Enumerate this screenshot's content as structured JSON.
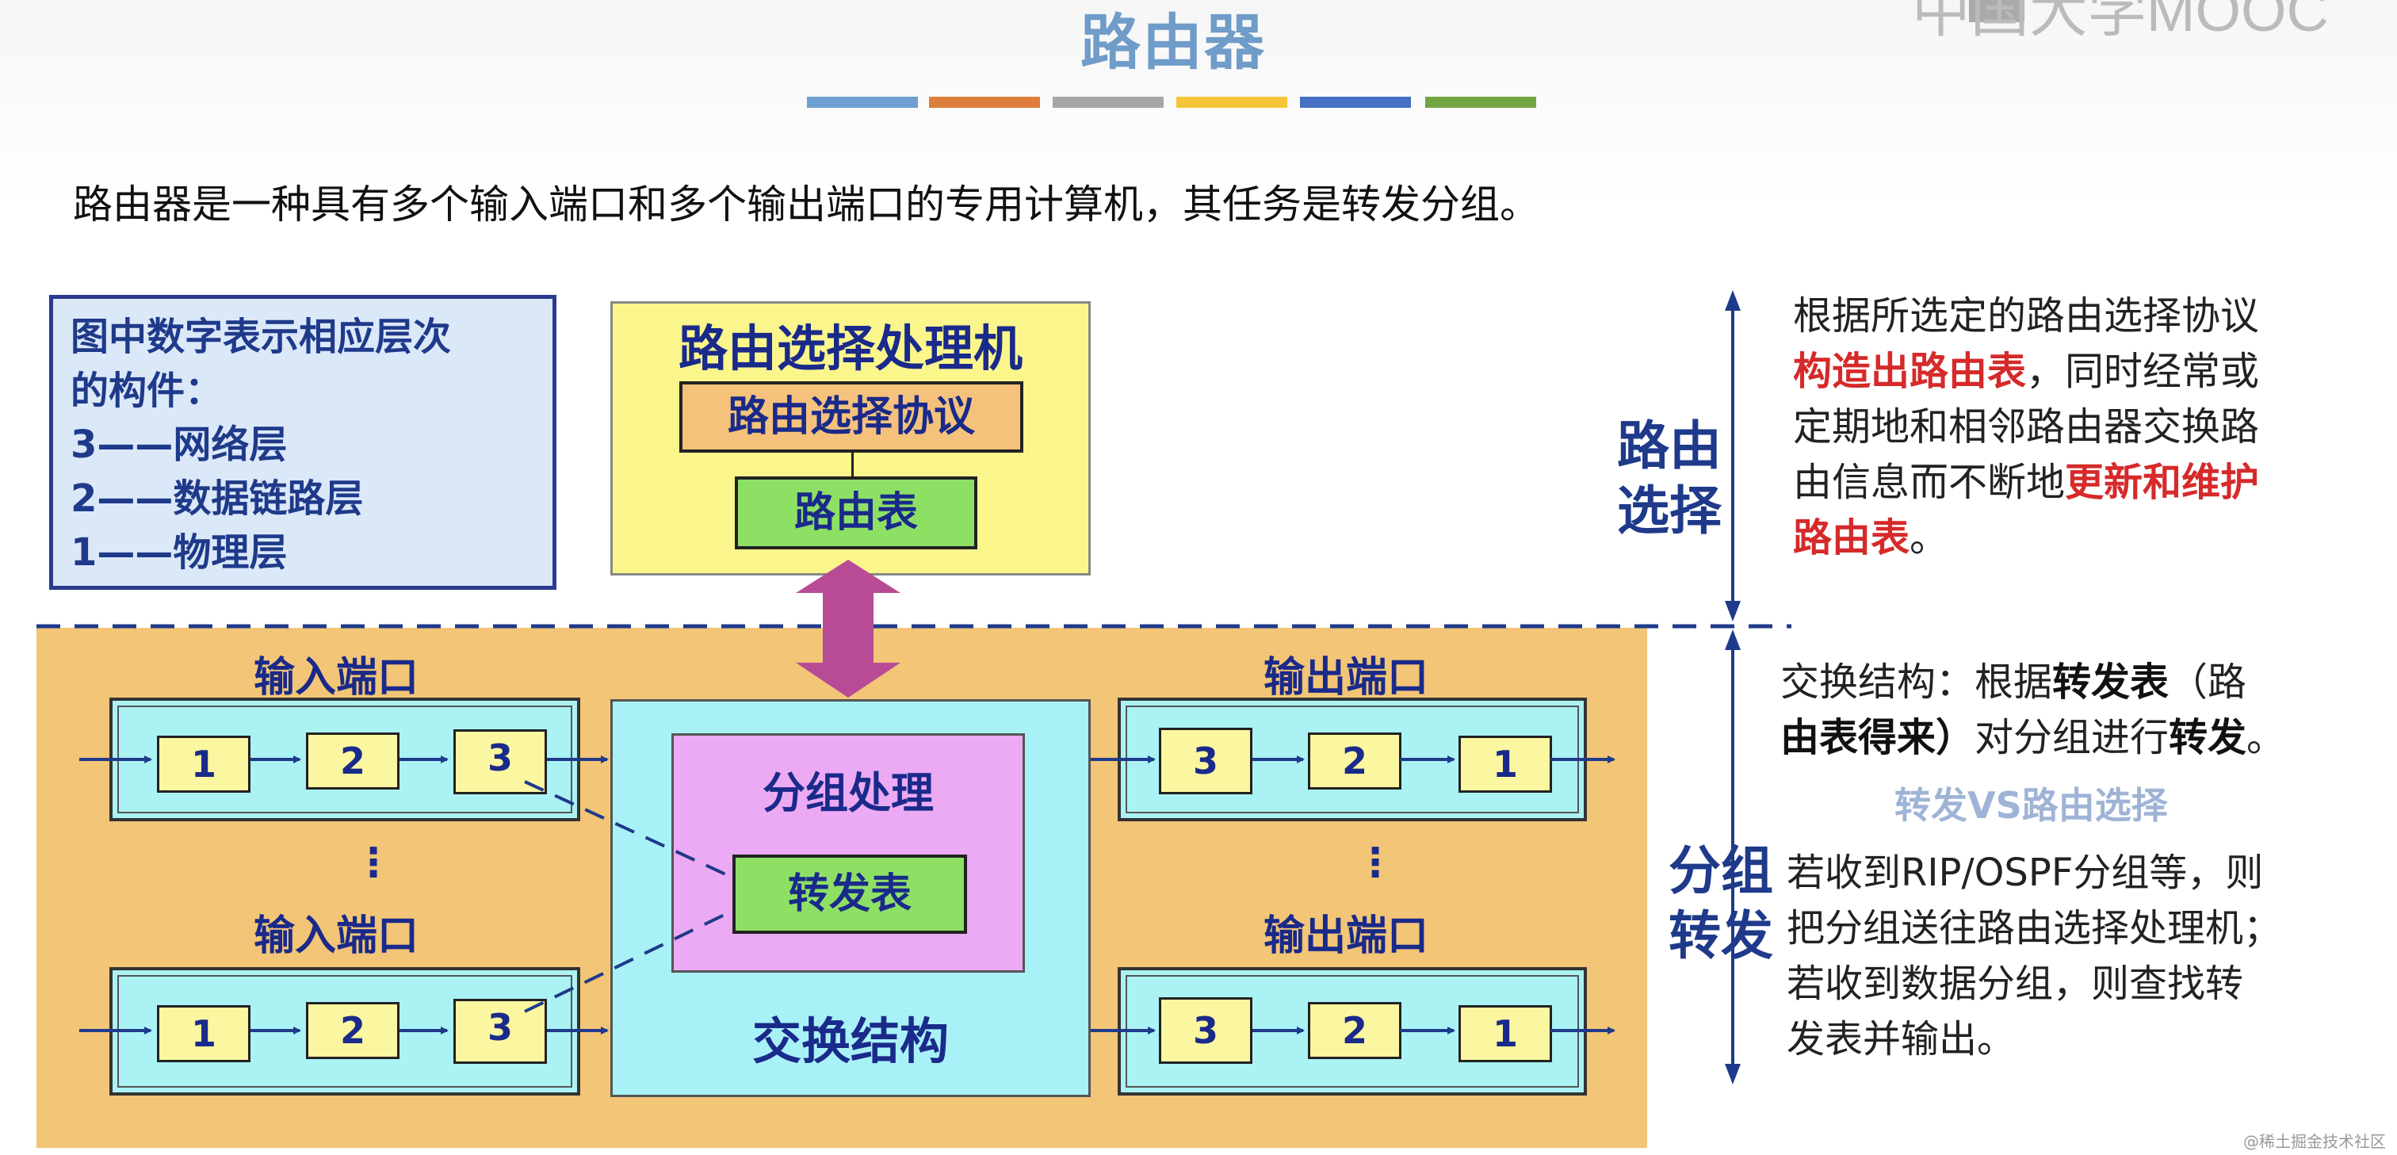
{
  "title": "路由器",
  "logo_text": "中国大学MOOC",
  "color_bars": [
    "#6f9fd0",
    "#de7e3c",
    "#a6a6a6",
    "#f3c537",
    "#4670c2",
    "#72a542"
  ],
  "intro": "路由器是一种具有多个输入端口和多个输出端口的专用计算机，其任务是转发分组。",
  "legend": {
    "line1": "图中数字表示相应层次",
    "line2": "的构件：",
    "line3": "3——网络层",
    "line4": "2——数据链路层",
    "line5": "1——物理层"
  },
  "routing_processor": {
    "title": "路由选择处理机",
    "protocol": "路由选择协议",
    "table": "路由表"
  },
  "input_port_label": "输入端口",
  "output_port_label": "输出端口",
  "input_cells": [
    "1",
    "2",
    "3"
  ],
  "output_cells": [
    "3",
    "2",
    "1"
  ],
  "ellipsis": "⋮",
  "switch": {
    "title": "交换结构",
    "packet_processing": "分组处理",
    "forwarding_table": "转发表"
  },
  "routing_section": {
    "label_line1": "路由",
    "label_line2": "选择",
    "text": {
      "l1": "根据所选定的路由选择协议",
      "l2_red": "构造出路由表",
      "l2_rest": "，同时经常或",
      "l3": "定期地和相邻路由器交换路",
      "l4_a": "由信息而不断地",
      "l4_red": "更新和维护",
      "l5_red": "路由表",
      "l5_rest": "。"
    }
  },
  "forwarding_section": {
    "label_line1": "分组",
    "label_line2": "转发",
    "exchange": {
      "a": "交换结构：根据",
      "b": "转发表",
      "c": "（路",
      "d": "由表得来）",
      "e": "对分组进行",
      "f": "转发",
      "g": "。"
    },
    "vs": "转发VS路由选择",
    "lines": [
      "若收到RIP/OSPF分组等，则",
      "把分组送往路由选择处理机；",
      "若收到数据分组，则查找转",
      "发表并输出。"
    ]
  },
  "watermark": "@稀土掘金技术社区"
}
